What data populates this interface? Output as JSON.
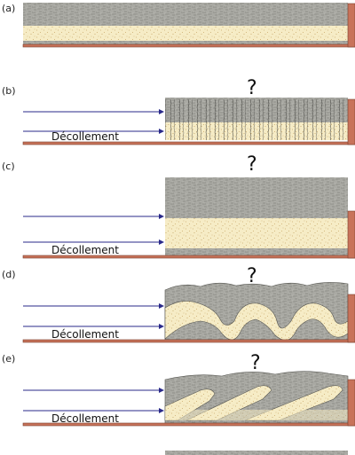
{
  "panels": [
    {
      "id": "a",
      "label": "(a)"
    },
    {
      "id": "b",
      "label": "(b)",
      "question": "?",
      "decollement": "Décollement"
    },
    {
      "id": "c",
      "label": "(c)",
      "question": "?",
      "decollement": "Décollement"
    },
    {
      "id": "d",
      "label": "(d)",
      "question": "?",
      "decollement": "Décollement"
    },
    {
      "id": "e",
      "label": "(e)",
      "question": "?",
      "decollement": "Décollement"
    }
  ],
  "colors": {
    "shale": "#a9a9a3",
    "shale_dark": "#7d7d78",
    "sand": "#f6ecc6",
    "sand_dot": "#c9a868",
    "base": "#c8735a",
    "base_edge": "#7a3f2e",
    "arrow": "#2a2a8a"
  }
}
